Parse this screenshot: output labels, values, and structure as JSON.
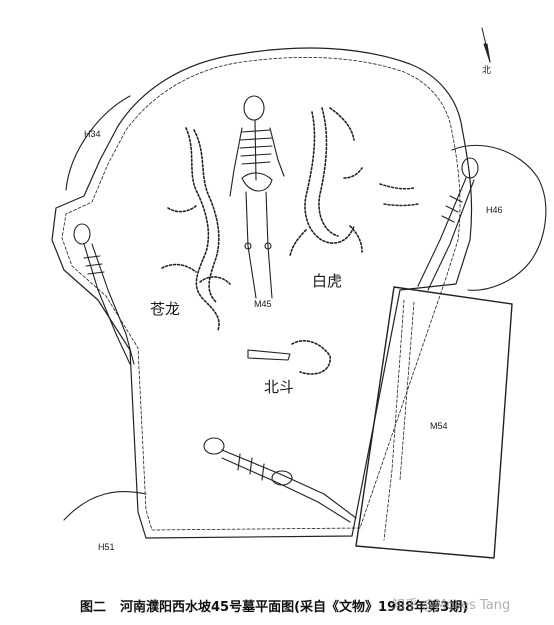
{
  "labels": {
    "h34": "H34",
    "h46": "H46",
    "h51": "H51",
    "m54": "M54",
    "m45": "M45",
    "north": "北",
    "canglong": "苍龙",
    "baihu": "白虎",
    "beidou": "北斗"
  },
  "caption": {
    "figure": "图二",
    "text": "河南濮阳西水坡45号墓平面图(采自《文物》1988年第3期)"
  },
  "watermark": "知乎 @Moses Tang"
}
